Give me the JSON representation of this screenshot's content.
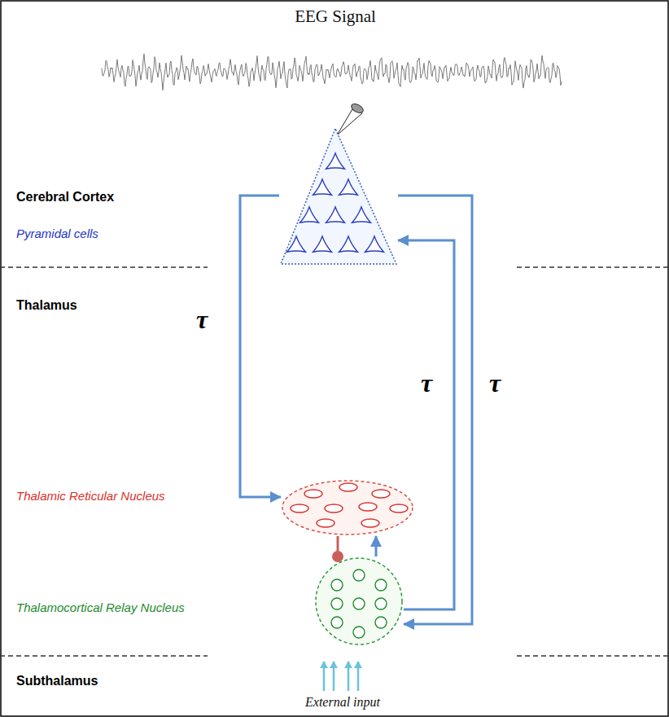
{
  "diagram": {
    "title": "EEG Signal",
    "nodes": [
      {
        "text": [
          "Pyramidal cells"
        ]
      },
      {
        "text": [
          "Thalamic Reticular Nucleus"
        ]
      },
      {
        "text": [
          "Thalamocortical Relay Nucleus"
        ]
      }
    ],
    "edges": [
      {
        "from": 0,
        "to": 1,
        "arrow": "to",
        "label": "τ"
      },
      {
        "from": 2,
        "to": 0,
        "arrow": "to",
        "label": "τ"
      },
      {
        "from": 0,
        "to": 2,
        "arrow": "to",
        "label": "τ"
      },
      {
        "from": 1,
        "to": 2,
        "arrow": "to"
      },
      {
        "from": 2,
        "to": 1,
        "arrow": "to"
      }
    ],
    "labels": [
      "Cerebral Cortex",
      "Thalamus",
      "Subthalamus",
      "External input"
    ]
  }
}
